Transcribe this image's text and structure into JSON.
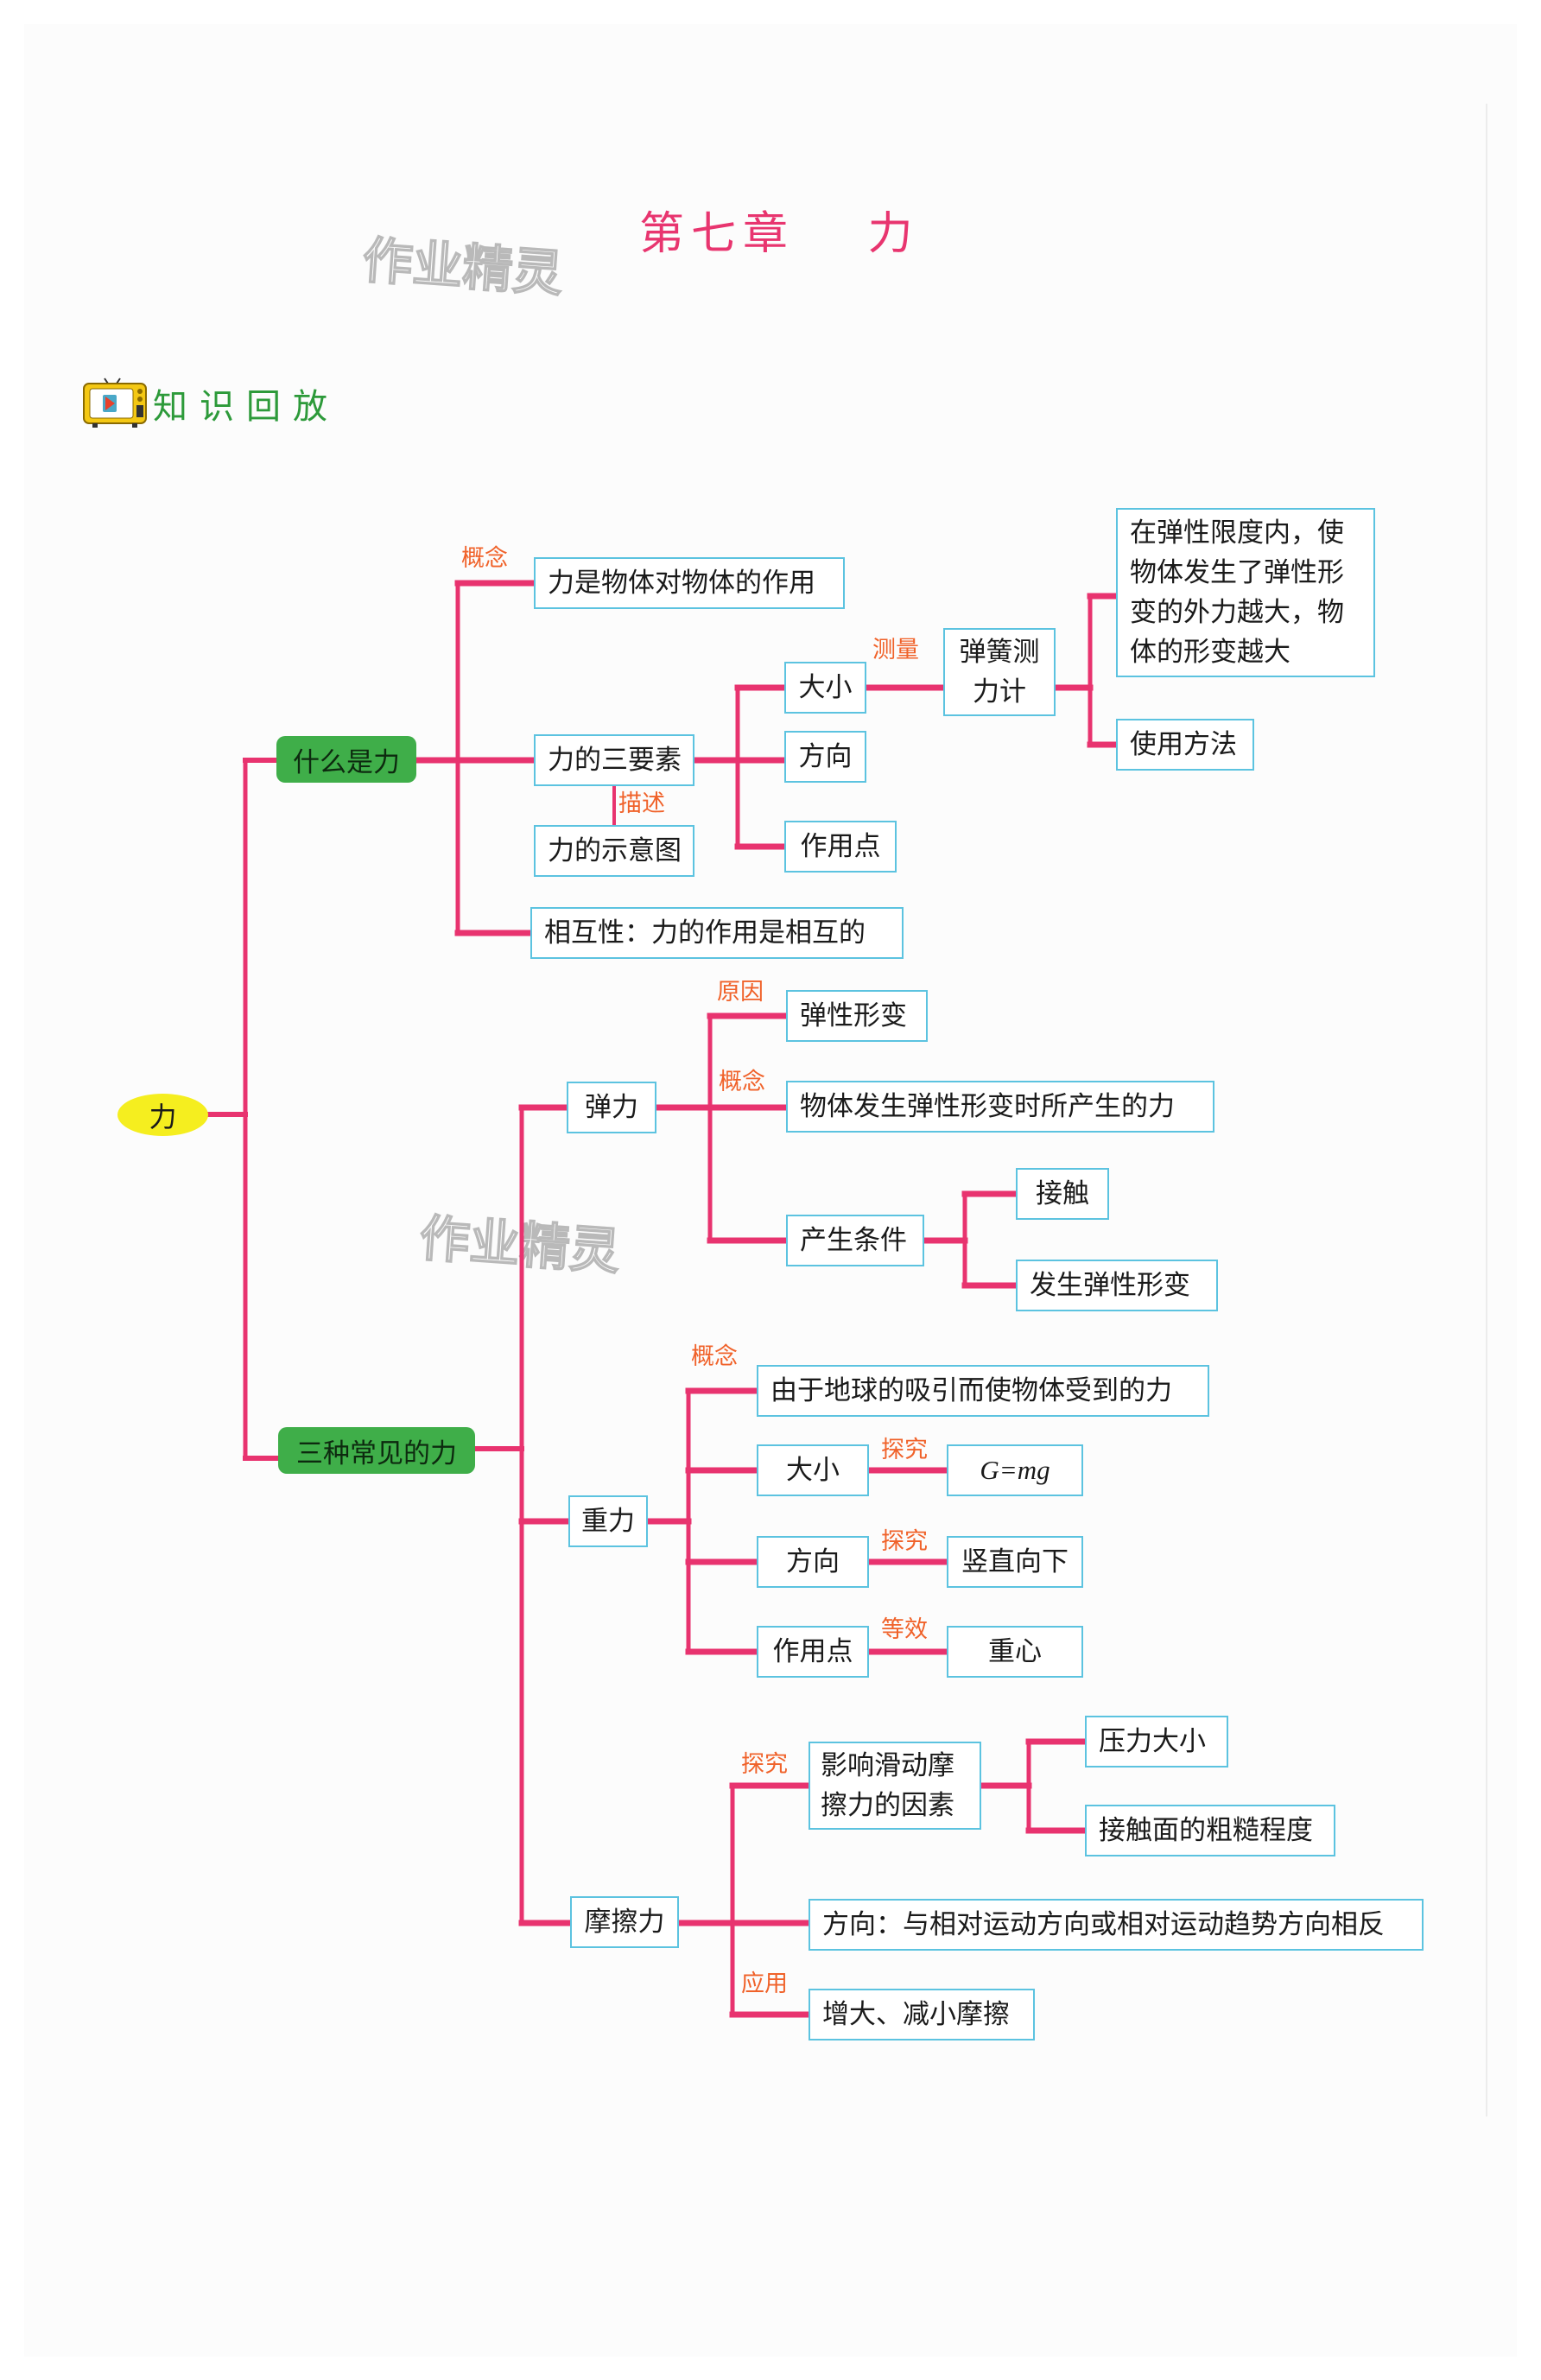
{
  "header": {
    "chapter_title": "第七章　 力",
    "watermark": "作业精灵",
    "section_label": "知识回放",
    "section_icon": "tv-icon"
  },
  "mindmap": {
    "root": "力",
    "branches": {
      "what_is_force": {
        "label": "什么是力",
        "concept": {
          "relation": "概念",
          "text": "力是物体对物体的作用"
        },
        "three_elements": {
          "label": "力的三要素",
          "describe_relation": "描述",
          "diagram": "力的示意图",
          "magnitude": "大小",
          "measure_relation": "测量",
          "spring_scale": "弹簧测力计",
          "spring_principle": "在弹性限度内，使物体发生了弹性形变的外力越大，物体的形变越大",
          "usage": "使用方法",
          "direction": "方向",
          "point": "作用点"
        },
        "mutual": "相互性：力的作用是相互的"
      },
      "three_forces": {
        "label": "三种常见的力",
        "elastic": {
          "label": "弹力",
          "cause_relation": "原因",
          "cause": "弹性形变",
          "concept_relation": "概念",
          "concept": "物体发生弹性形变时所产生的力",
          "conditions": "产生条件",
          "condition_1": "接触",
          "condition_2": "发生弹性形变"
        },
        "gravity": {
          "label": "重力",
          "concept_relation": "概念",
          "concept": "由于地球的吸引而使物体受到的力",
          "magnitude": "大小",
          "magnitude_relation": "探究",
          "magnitude_value": "G=mg",
          "direction": "方向",
          "direction_relation": "探究",
          "direction_value": "竖直向下",
          "point": "作用点",
          "point_relation": "等效",
          "point_value": "重心"
        },
        "friction": {
          "label": "摩擦力",
          "explore_relation": "探究",
          "factors": "影响滑动摩擦力的因素",
          "factor_1": "压力大小",
          "factor_2": "接触面的粗糙程度",
          "direction": "方向：与相对运动方向或相对运动趋势方向相反",
          "apply_relation": "应用",
          "application": "增大、减小摩擦"
        }
      }
    }
  },
  "colors": {
    "connector": "#e8336f",
    "node_border": "#5cc3e0",
    "category_fill": "#3fae49",
    "root_fill": "#f5ee1f",
    "relation_text": "#f0622a",
    "title": "#e8356f",
    "section_label": "#2d9a3a"
  }
}
